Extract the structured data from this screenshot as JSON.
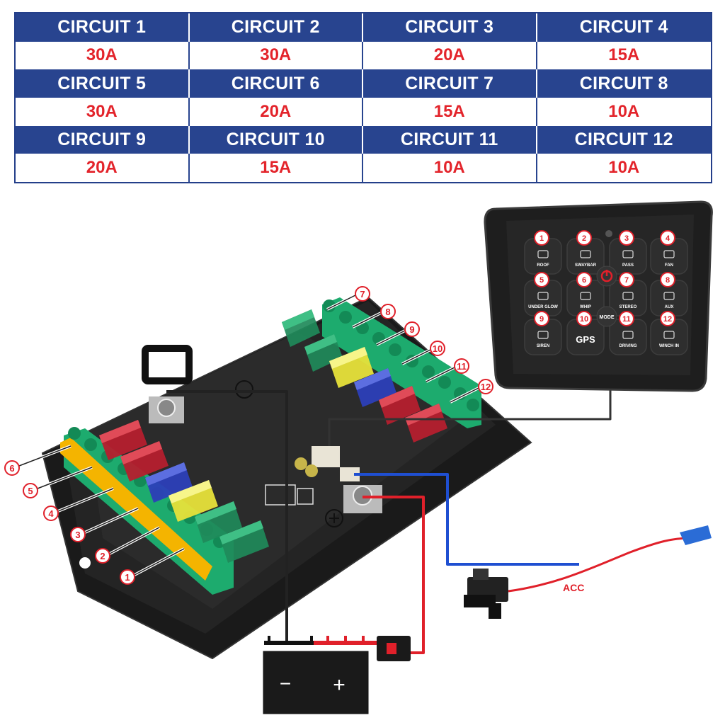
{
  "circuits": [
    {
      "name": "CIRCUIT 1",
      "amps": "30A"
    },
    {
      "name": "CIRCUIT 2",
      "amps": "30A"
    },
    {
      "name": "CIRCUIT 3",
      "amps": "20A"
    },
    {
      "name": "CIRCUIT 4",
      "amps": "15A"
    },
    {
      "name": "CIRCUIT 5",
      "amps": "30A"
    },
    {
      "name": "CIRCUIT 6",
      "amps": "20A"
    },
    {
      "name": "CIRCUIT 7",
      "amps": "15A"
    },
    {
      "name": "CIRCUIT 8",
      "amps": "10A"
    },
    {
      "name": "CIRCUIT 9",
      "amps": "20A"
    },
    {
      "name": "CIRCUIT 10",
      "amps": "15A"
    },
    {
      "name": "CIRCUIT 11",
      "amps": "10A"
    },
    {
      "name": "CIRCUIT 12",
      "amps": "10A"
    }
  ],
  "panel": {
    "buttons": [
      {
        "num": "1",
        "label": "ROOF"
      },
      {
        "num": "2",
        "label": "SWAYBAR"
      },
      {
        "num": "3",
        "label": "PASS"
      },
      {
        "num": "4",
        "label": "FAN"
      },
      {
        "num": "5",
        "label": "UNDER GLOW"
      },
      {
        "num": "6",
        "label": "WHIP"
      },
      {
        "num": "7",
        "label": "STEREO"
      },
      {
        "num": "8",
        "label": "AUX"
      },
      {
        "num": "9",
        "label": "SIREN"
      },
      {
        "num": "10",
        "label": "GPS"
      },
      {
        "num": "11",
        "label": "DRIVING"
      },
      {
        "num": "12",
        "label": "WINCH IN"
      }
    ],
    "mode_label": "MODE"
  },
  "callouts_right": [
    "7",
    "8",
    "9",
    "10",
    "11",
    "12"
  ],
  "callouts_left": [
    "6",
    "5",
    "4",
    "3",
    "2",
    "1"
  ],
  "acc_label": "ACC",
  "battery": {
    "neg": "−",
    "pos": "+"
  },
  "colors": {
    "header_blue": "#28448f",
    "amp_red": "#e3242b",
    "wire_red": "#e0202a",
    "wire_blue": "#1f4fd1",
    "wire_black": "#222222",
    "terminal_green": "#1dab6e",
    "label_yellow": "#f4b400"
  }
}
